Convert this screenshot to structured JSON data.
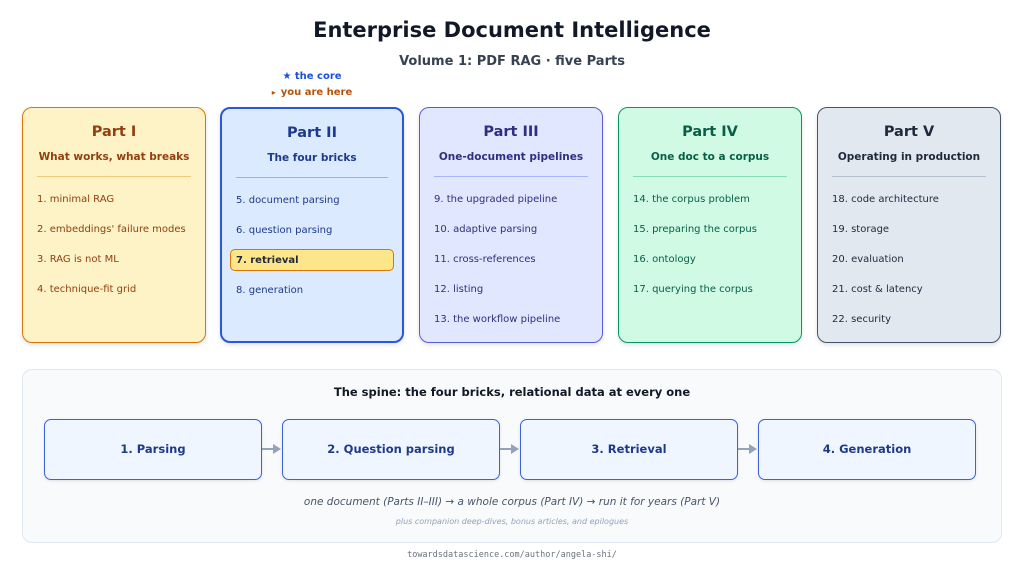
{
  "title": "Enterprise Document Intelligence",
  "subtitle": "Volume 1: PDF RAG · five Parts",
  "markers": {
    "core_label": "★ the core",
    "here_icon": "triangle-right-icon",
    "here_label": "you are here"
  },
  "colors": {
    "part1": {
      "bg": "#fef3c7",
      "border": "#d97706",
      "title": "#92400e",
      "text": "#92400e",
      "rule": "#f2c879"
    },
    "part2": {
      "bg": "#dbeafe",
      "border": "#2d57d8",
      "title": "#1e3a8a",
      "text": "#1e3a8a",
      "rule": "#93b4ee"
    },
    "part3": {
      "bg": "#e0e7ff",
      "border": "#5b5bd6",
      "title": "#312e81",
      "text": "#312e81",
      "rule": "#a5b4fc"
    },
    "part4": {
      "bg": "#d1fae5",
      "border": "#059669",
      "title": "#065f46",
      "text": "#065f46",
      "rule": "#86dcb6"
    },
    "part5": {
      "bg": "#e2e8f0",
      "border": "#475569",
      "title": "#1e293b",
      "text": "#1e293b",
      "rule": "#b6c1cf"
    }
  },
  "parts": [
    {
      "name": "Part I",
      "subtitle": "What works, what breaks",
      "items": [
        "1. minimal RAG",
        "2. embeddings' failure modes",
        "3. RAG is not ML",
        "4. technique-fit grid"
      ]
    },
    {
      "name": "Part II",
      "subtitle": "The four bricks",
      "items": [
        "5. document parsing",
        "6. question parsing",
        "7. retrieval",
        "8. generation"
      ]
    },
    {
      "name": "Part III",
      "subtitle": "One-document pipelines",
      "items": [
        "9. the upgraded pipeline",
        "10. adaptive parsing",
        "11. cross-references",
        "12. listing",
        "13. the workflow pipeline"
      ]
    },
    {
      "name": "Part IV",
      "subtitle": "One doc to a corpus",
      "items": [
        "14. the corpus problem",
        "15. preparing the corpus",
        "16. ontology",
        "17. querying the corpus"
      ]
    },
    {
      "name": "Part V",
      "subtitle": "Operating in production",
      "items": [
        "18. code architecture",
        "19. storage",
        "20. evaluation",
        "21. cost & latency",
        "22. security"
      ]
    }
  ],
  "spine": {
    "title": "The spine: the four bricks, relational data at every one",
    "bricks": [
      "1. Parsing",
      "2. Question parsing",
      "3. Retrieval",
      "4. Generation"
    ],
    "line": "one document (Parts II–III) → a whole corpus (Part IV) → run it for years (Part V)",
    "note": "plus companion deep-dives, bonus articles, and epilogues"
  },
  "footer": "towardsdatascience.com/author/angela-shi/"
}
